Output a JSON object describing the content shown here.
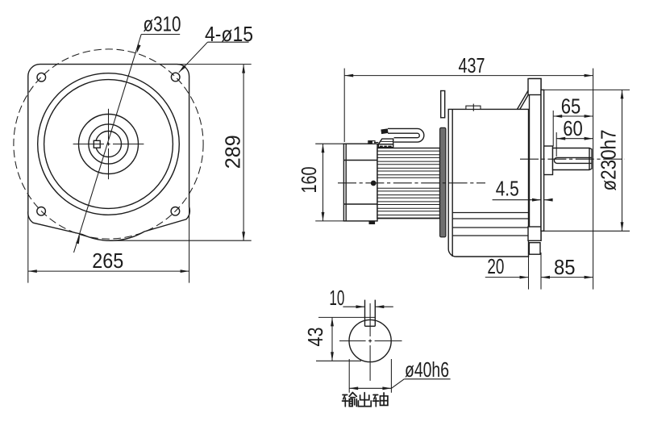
{
  "type": "engineering-dimension-drawing",
  "subject": "flange-mounted gear motor",
  "front": {
    "dims": {
      "bolt_circle": "ø310",
      "bolt_holes": "4-ø15",
      "height": "289",
      "width": "265"
    }
  },
  "side": {
    "dims": {
      "overall_length": "437",
      "shaft_len_65": "65",
      "shaft_len_60": "60",
      "motor_height": "160",
      "spigot_depth": "4.5",
      "spigot_dia": "ø230h7",
      "flange_thickness": "20",
      "flange_to_tip": "85"
    }
  },
  "detail": {
    "dims": {
      "key_width": "10",
      "key_height": "43",
      "shaft_dia": "ø40h6"
    },
    "label": "输出轴"
  },
  "colors": {
    "line": "#1c1c1c",
    "background": "#ffffff",
    "ring_fill": "#6f6f6f"
  }
}
